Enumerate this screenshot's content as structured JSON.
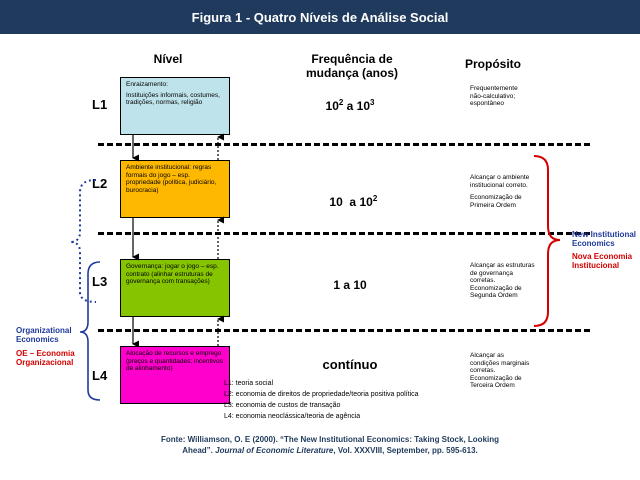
{
  "title": "Figura 1 - Quatro Níveis de Análise Social",
  "headers": {
    "nivel": "Nível",
    "frequencia": "Frequência de mudança (anos)",
    "proposito": "Propósito"
  },
  "levels": [
    {
      "label": "L1",
      "box_head": "Enraizamento:",
      "box_body": "Instituições informais, costumes, tradições, normas, religião",
      "freq_base": "10",
      "freq_exp": "2",
      "freq_mid": " a ",
      "freq_base2": "10",
      "freq_exp2": "3",
      "purpose": "Frequentemente não-calculativo; espontâneo",
      "purpose2": "",
      "color": "#bfe3ea"
    },
    {
      "label": "L2",
      "box_head": "Ambiente institucional: regras formais do jogo – esp. propriedade (política, judiciário, burocracia)",
      "box_body": "",
      "freq_base": "10",
      "freq_exp": "",
      "freq_mid": "  a ",
      "freq_base2": "10",
      "freq_exp2": "2",
      "purpose": "Alcançar o ambiente institucional correto.",
      "purpose2": "Economização de Primeira Ordem",
      "color": "#ffb800"
    },
    {
      "label": "L3",
      "box_head": "Governança: jogar o jogo – esp. contrato (alinhar estruturas de governança com transações)",
      "box_body": "",
      "freq_text": "1 a 10",
      "purpose": "Alcançar as estruturas de governança corretas. Economização de Segunda Ordem",
      "purpose2": "",
      "color": "#86c400"
    },
    {
      "label": "L4",
      "box_head": "Alocação de recursos e emprego (preços e quantidades; incentivos de alinhamento)",
      "box_body": "",
      "freq_text": "contínuo",
      "purpose": "Alcançar as condições marginais corretas. Economização de Terceira Ordem",
      "purpose2": "",
      "color": "#ff00cc"
    }
  ],
  "legend_list": [
    "L1: teoria social",
    "L2: economia de direitos de propriedade/teoria positiva política",
    "L3: economia de custos de transação",
    "L4: economia neoclássica/teoria de agência"
  ],
  "right_label": {
    "en": "New Institutional Economics",
    "pt": "Nova Economia Institucional",
    "en_color": "#1f3a9c",
    "pt_color": "#d40000"
  },
  "left_label": {
    "en": "Organizational Economics",
    "pt": "OE – Economia Organizacional",
    "en_color": "#1f3a9c",
    "pt_color": "#d40000"
  },
  "source_line1": "Fonte: Williamson, O. E (2000). “The New Institutional Economics: Taking Stock, Looking",
  "source_line2_a": "Ahead”.  ",
  "source_line2_journal": "Journal of Economic Literature",
  "source_line2_b": ", Vol. XXXVIII, September, pp. 595-613."
}
